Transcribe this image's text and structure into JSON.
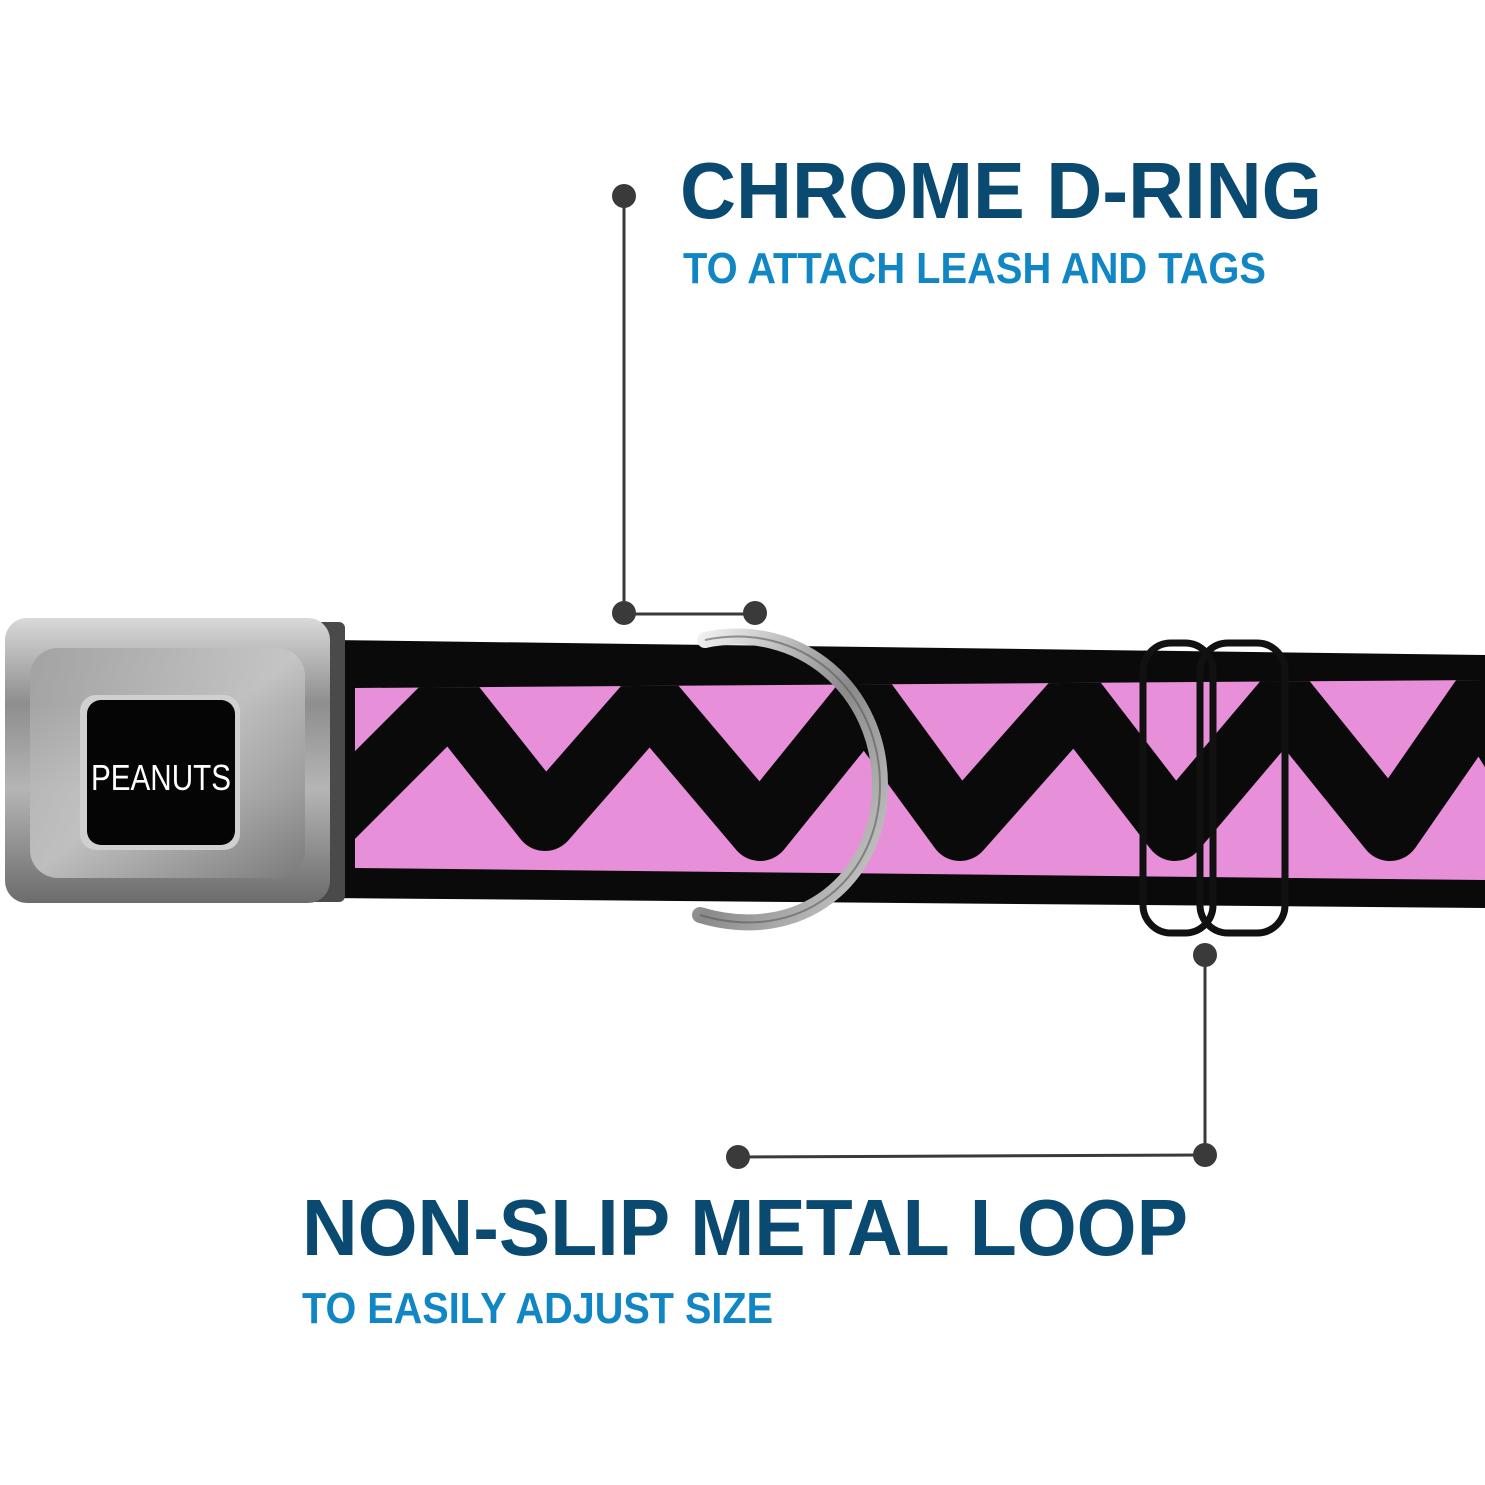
{
  "callouts": [
    {
      "title": "CHROME D-RING",
      "subtitle": "TO ATTACH LEASH AND TAGS"
    },
    {
      "title": "NON-SLIP METAL LOOP",
      "subtitle": "TO EASILY ADJUST SIZE"
    }
  ],
  "buckle": {
    "logo_text": "PEANUTS"
  },
  "colors": {
    "title": "#0b4a70",
    "subtitle": "#1186c4",
    "callout_line": "#3a3a3a",
    "strap_pink": "#e88fd9",
    "strap_black": "#0a0a0a",
    "chrome": "#9a9a9a"
  }
}
